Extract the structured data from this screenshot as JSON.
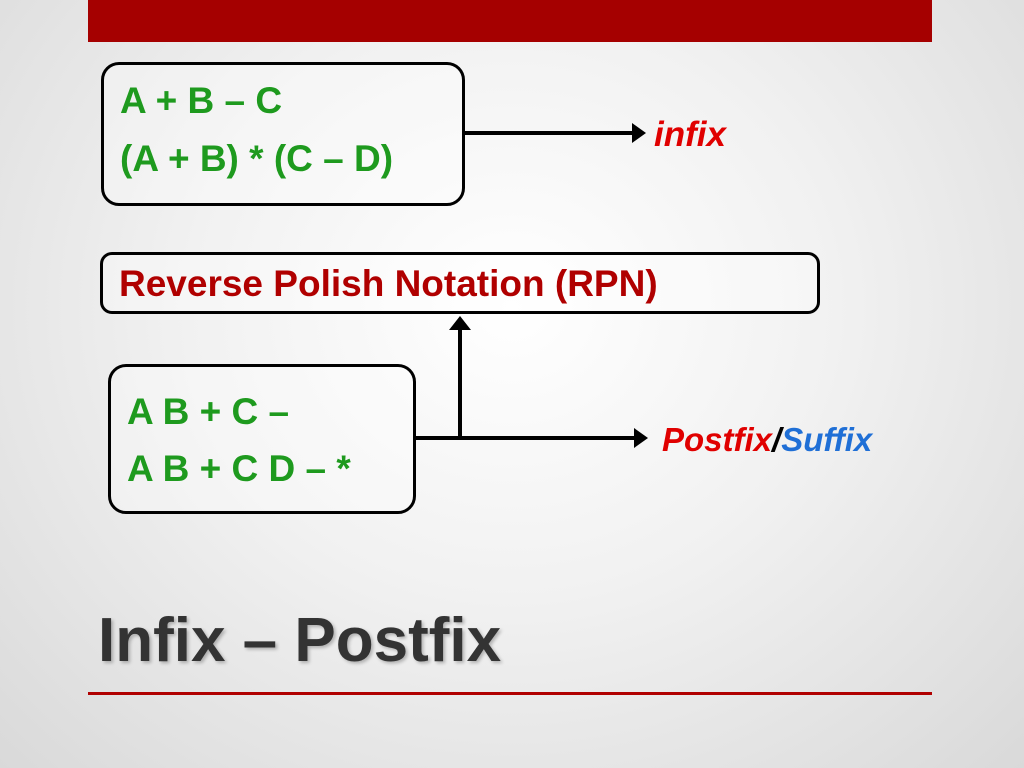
{
  "slide": {
    "title": "Infix – Postfix",
    "accent_color": "#a50000"
  },
  "infix_box": {
    "lines": [
      "A + B – C",
      "(A + B) * (C – D)"
    ],
    "arrow_label": "infix"
  },
  "rpn_box": {
    "label": "Reverse Polish Notation (RPN)"
  },
  "postfix_box": {
    "lines": [
      "A B + C –",
      "A B + C D – *"
    ],
    "arrow_label": {
      "postfix": "Postfix",
      "separator": "/",
      "suffix": "Suffix"
    }
  },
  "colors": {
    "expression": "#1e9a1e",
    "rpn_label": "#b00000",
    "infix_label": "#e00000",
    "suffix_label": "#1f6fd6"
  }
}
